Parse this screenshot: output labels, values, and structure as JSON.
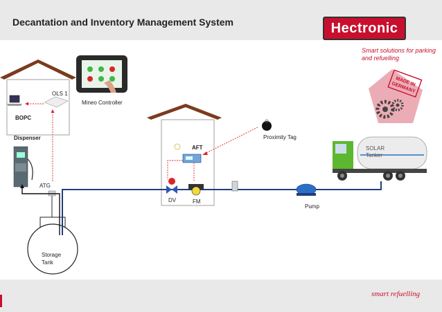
{
  "header": {
    "title": "Decantation and Inventory Management System",
    "logo_text": "Hectronic",
    "tagline": "Smart solutions for parking and refuelling",
    "stamp_text": "MADE IN GERMANY"
  },
  "labels": {
    "ols": "OLS 1",
    "bopc": "BOPC",
    "mineo": "Mineo Controller",
    "dispenser": "Dispenser",
    "atg": "ATG",
    "storage_tank": "Storage Tank",
    "aft": "AFT",
    "dv": "DV",
    "fm": "FM",
    "proximity_tag": "Proximity Tag",
    "pump": "Pump",
    "solar_tanker": "SOLAR Tanker"
  },
  "footer": {
    "tagline": "smart refuelling"
  },
  "colors": {
    "roof": "#7b3b1e",
    "accent": "#c8102e",
    "pipe": "#1f3d80",
    "truck_cab": "#5cb82e"
  }
}
